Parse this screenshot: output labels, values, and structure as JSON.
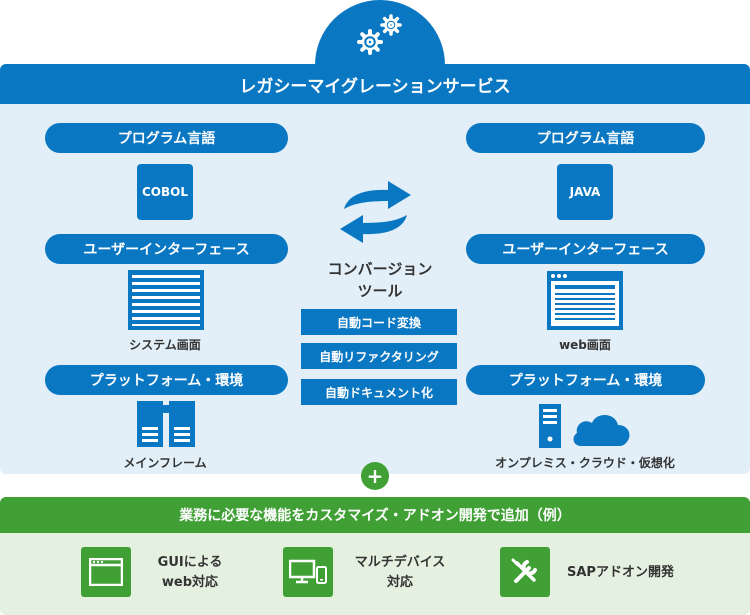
{
  "header": {
    "title": "レガシーマイグレーションサービス",
    "gear_icon": "gears-icon"
  },
  "left": {
    "prog_label": "プログラム言語",
    "prog_value": "COBOL",
    "ui_label": "ユーザーインターフェース",
    "ui_caption": "システム画面",
    "platform_label": "プラットフォーム・環境",
    "platform_caption": "メインフレーム"
  },
  "center": {
    "tool_title_line1": "コンバージョン",
    "tool_title_line2": "ツール",
    "features": [
      "自動コード変換",
      "自動リファクタリング",
      "自動ドキュメント化"
    ]
  },
  "right": {
    "prog_label": "プログラム言語",
    "prog_value": "JAVA",
    "ui_label": "ユーザーインターフェース",
    "ui_caption": "web画面",
    "platform_label": "プラットフォーム・環境",
    "platform_caption": "オンプレミス・クラウド・仮想化"
  },
  "plus_symbol": "+",
  "addon": {
    "title": "業務に必要な機能をカスタマイズ・アドオン開発で追加（例）",
    "items": [
      {
        "line1": "GUIによる",
        "line2": "web対応",
        "icon": "browser-window-icon"
      },
      {
        "line1": "マルチデバイス",
        "line2": "対応",
        "icon": "multi-device-icon"
      },
      {
        "line1": "SAPアドオン開発",
        "line2": "",
        "icon": "wrench-screwdriver-icon"
      }
    ]
  },
  "colors": {
    "blue": "#0a77c2",
    "light_blue": "#e2eff8",
    "green": "#41a035",
    "light_green": "#e4f0e0"
  }
}
